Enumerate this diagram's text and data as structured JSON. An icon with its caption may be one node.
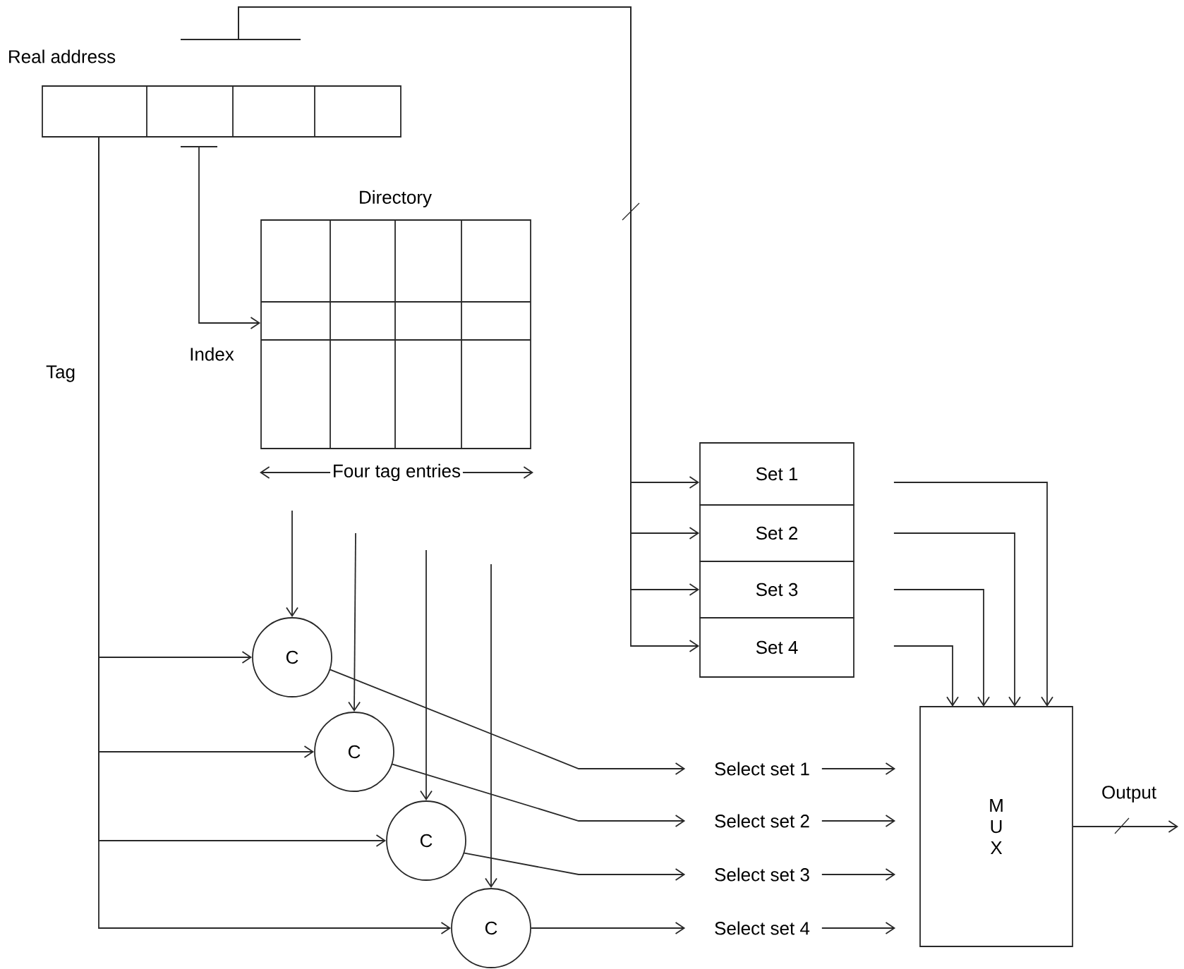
{
  "diagram": {
    "nodes": [
      {
        "text": [
          "Real address"
        ]
      },
      {
        "text": [
          "Directory"
        ],
        "beside": [
          "Four tag entries"
        ]
      },
      {
        "text": [
          "Set 1"
        ]
      },
      {
        "text": [
          "Set 2"
        ]
      },
      {
        "text": [
          "Set 3"
        ]
      },
      {
        "text": [
          "Set 4"
        ]
      },
      {
        "text": [
          "C"
        ]
      },
      {
        "text": [
          "C"
        ]
      },
      {
        "text": [
          "C"
        ]
      },
      {
        "text": [
          "C"
        ]
      },
      {
        "text": [
          "Select set 1"
        ]
      },
      {
        "text": [
          "Select set 2"
        ]
      },
      {
        "text": [
          "Select set 3"
        ]
      },
      {
        "text": [
          "Select set 4"
        ]
      },
      {
        "text": [
          "M U X"
        ]
      }
    ],
    "edges": [
      {
        "from": 0,
        "to": 1,
        "arrow": "to",
        "label": "Index"
      },
      {
        "from": 0,
        "to": 2,
        "arrow": "to"
      },
      {
        "from": 0,
        "to": 3,
        "arrow": "to"
      },
      {
        "from": 0,
        "to": 4,
        "arrow": "to"
      },
      {
        "from": 0,
        "to": 5,
        "arrow": "to"
      },
      {
        "from": 0,
        "to": 6,
        "arrow": "to"
      },
      {
        "from": 0,
        "to": 7,
        "arrow": "to"
      },
      {
        "from": 0,
        "to": 8,
        "arrow": "to"
      },
      {
        "from": 0,
        "to": 9,
        "arrow": "to"
      },
      {
        "from": 1,
        "to": 6,
        "arrow": "to"
      },
      {
        "from": 1,
        "to": 7,
        "arrow": "to"
      },
      {
        "from": 1,
        "to": 8,
        "arrow": "to"
      },
      {
        "from": 1,
        "to": 9,
        "arrow": "to"
      },
      {
        "from": 6,
        "to": 10,
        "arrow": "to"
      },
      {
        "from": 7,
        "to": 11,
        "arrow": "to"
      },
      {
        "from": 8,
        "to": 12,
        "arrow": "to"
      },
      {
        "from": 9,
        "to": 13,
        "arrow": "to"
      },
      {
        "from": 10,
        "to": 14,
        "arrow": "to"
      },
      {
        "from": 11,
        "to": 14,
        "arrow": "to"
      },
      {
        "from": 12,
        "to": 14,
        "arrow": "to"
      },
      {
        "from": 13,
        "to": 14,
        "arrow": "to"
      },
      {
        "from": 2,
        "to": 14,
        "arrow": "to"
      },
      {
        "from": 3,
        "to": 14,
        "arrow": "to"
      },
      {
        "from": 4,
        "to": 14,
        "arrow": "to"
      },
      {
        "from": 5,
        "to": 14,
        "arrow": "to"
      },
      {
        "from": 14,
        "to": null,
        "arrow": "to",
        "label": "Output"
      }
    ],
    "labels": [
      "Tag"
    ]
  }
}
